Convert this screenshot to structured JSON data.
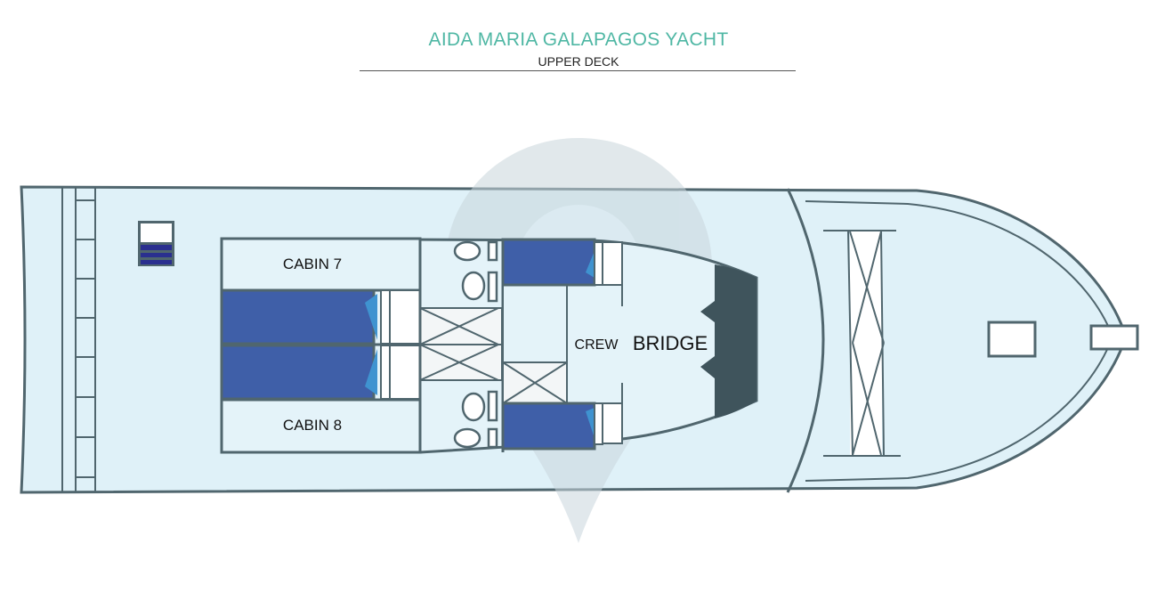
{
  "header": {
    "title": "AIDA MARIA GALAPAGOS YACHT",
    "subtitle": "UPPER DECK"
  },
  "deck_plan": {
    "rooms": [
      {
        "label": "CABIN 7"
      },
      {
        "label": "CABIN 8"
      },
      {
        "label": "CREW"
      },
      {
        "label": "BRIDGE"
      }
    ]
  },
  "colors": {
    "title": "#4fb7a4",
    "deck_fill": "#dff1f8",
    "outline": "#50666e",
    "bed": "#3f5fa8",
    "pillow": "#3f93d0",
    "console": "#3f545c"
  }
}
